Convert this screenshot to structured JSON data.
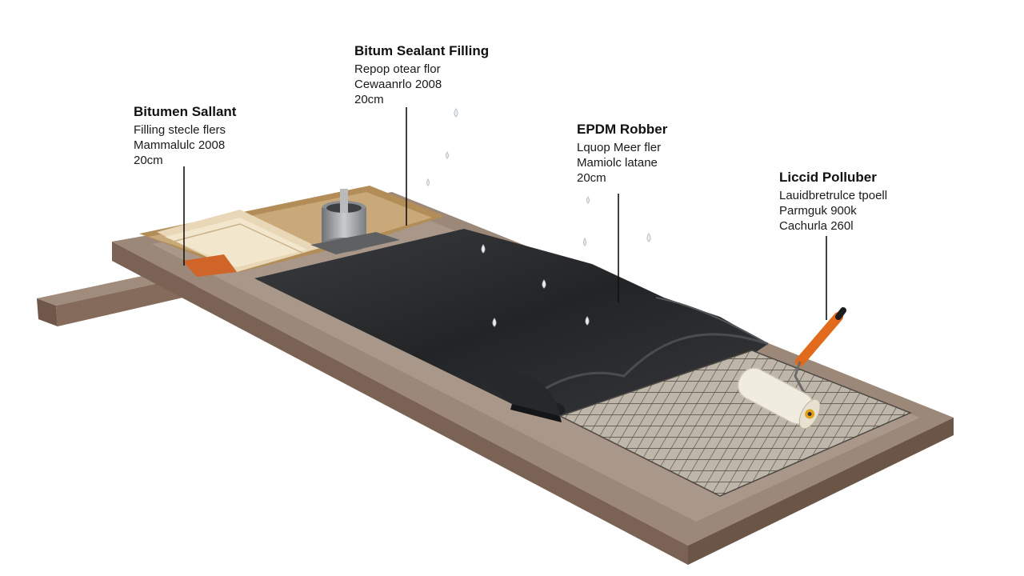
{
  "callouts": [
    {
      "title": "Bitumen Sallant",
      "lines": [
        "Filling stecle flers",
        "Mammalulc 2008",
        "20cm"
      ]
    },
    {
      "title": "Bitum Sealant Filling",
      "lines": [
        "Repop otear flor",
        "Cewaanrlo 2008",
        "20cm"
      ]
    },
    {
      "title": "EPDM Robber",
      "lines": [
        "Lquop Meer fler",
        "Mamiolc latane",
        "20cm"
      ]
    },
    {
      "title": "Liccid Polluber",
      "lines": [
        "Lauidbretrulce tpoell",
        "Parmguk 900k",
        "Cachurla 260l"
      ]
    }
  ],
  "colors": {
    "concrete_top": "#9c8878",
    "concrete_side": "#7a6354",
    "membrane": "#2c2e30",
    "mesh": "#5a5650",
    "roller_handle": "#e26a1c",
    "roller_foam": "#f1ece0",
    "felt": "#c9a97a",
    "pipe": "#9a9c9e"
  },
  "icons": [
    "water-drop-icon",
    "paint-roller-icon",
    "drain-pipe-icon"
  ]
}
